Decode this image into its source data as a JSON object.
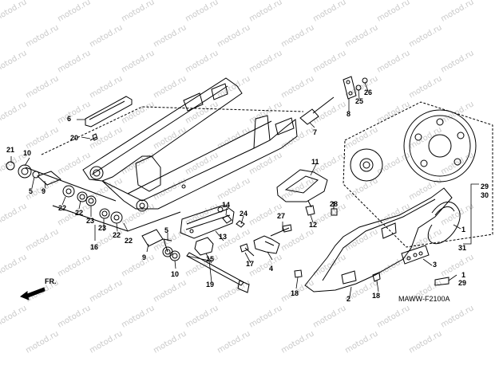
{
  "watermark": "motod.ru",
  "diagram_code": "MAWW-F2100A",
  "direction_label": "FR.",
  "callouts": {
    "c1a": "1",
    "c1b": "1",
    "c2": "2",
    "c3": "3",
    "c4": "4",
    "c5a": "5",
    "c5b": "5",
    "c6": "6",
    "c7": "7",
    "c8": "8",
    "c9a": "9",
    "c9b": "9",
    "c10a": "10",
    "c10b": "10",
    "c11": "11",
    "c12": "12",
    "c13": "13",
    "c14": "14",
    "c15": "15",
    "c16": "16",
    "c17": "17",
    "c18a": "18",
    "c18b": "18",
    "c19": "19",
    "c20": "20",
    "c21": "21",
    "c22a": "22",
    "c22b": "22",
    "c22c": "22",
    "c22d": "22",
    "c23a": "23",
    "c23b": "23",
    "c24": "24",
    "c25": "25",
    "c26": "26",
    "c27": "27",
    "c28": "28",
    "c29a": "29",
    "c29b": "29",
    "c30": "30",
    "c31": "31"
  },
  "colors": {
    "line": "#000000",
    "watermark": "#c9c9c9",
    "background": "#ffffff"
  }
}
